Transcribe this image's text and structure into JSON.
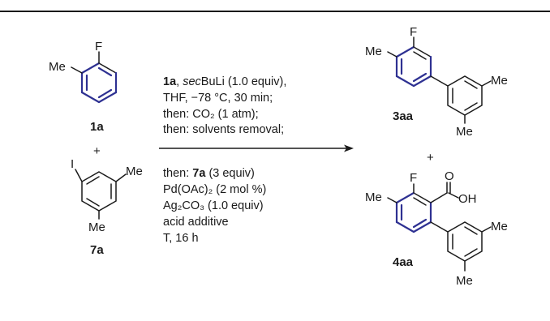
{
  "compounds": {
    "c1a": {
      "label": "1a",
      "F": "F",
      "Me": "Me"
    },
    "c7a": {
      "label": "7a",
      "I": "I",
      "Me1": "Me",
      "Me2": "Me"
    },
    "c3aa": {
      "label": "3aa",
      "F": "F",
      "Me1": "Me",
      "Me2": "Me",
      "Me3": "Me"
    },
    "c4aa": {
      "label": "4aa",
      "F": "F",
      "O": "O",
      "OH": "OH",
      "Me1": "Me",
      "Me2": "Me",
      "Me3": "Me"
    }
  },
  "plus_signs": [
    "+",
    "+"
  ],
  "conditions": {
    "step1": {
      "reagent_bold": "1a",
      "sep": ", ",
      "reagent_italic": "sec",
      "reagent_rest": "BuLi (1.0 equiv),"
    },
    "step2": "THF, −78 °C, 30 min;",
    "step3": "then: CO₂ (1 atm);",
    "step4": "then: solvents removal;",
    "step5": {
      "prefix": "then: ",
      "reagent_bold": "7a",
      "suffix": " (3 equiv)"
    },
    "step6": "Pd(OAc)₂ (2 mol %)",
    "step7": "Ag₂CO₃ (1.0 equiv)",
    "step8": "acid additive",
    "step9": "T, 16 h"
  },
  "colors": {
    "highlight": "#2e3192",
    "line": "#1a1a1a"
  }
}
